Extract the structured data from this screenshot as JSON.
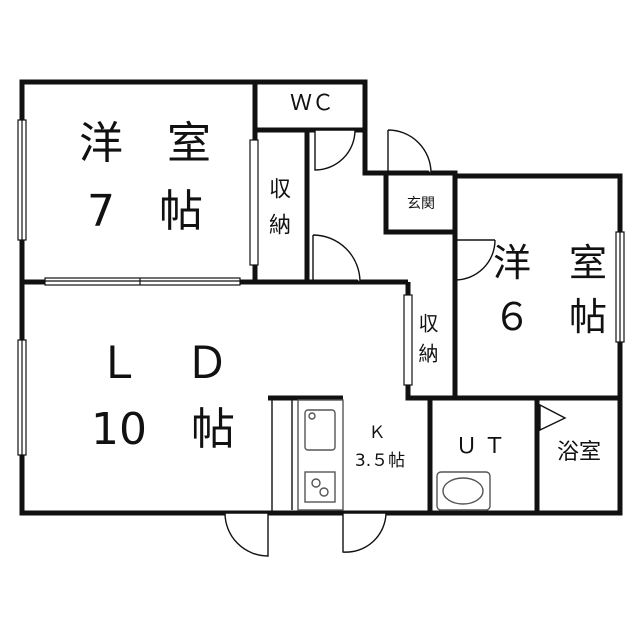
{
  "rooms": {
    "western_7": {
      "line1": "洋　室",
      "line2": "7　帖"
    },
    "wc": {
      "label": "ＷＣ"
    },
    "storage_1": {
      "label": "収納"
    },
    "entrance": {
      "label": "玄関"
    },
    "western_6": {
      "line1": "洋　室",
      "line2": "６　帖"
    },
    "storage_2": {
      "label": "収納"
    },
    "ld": {
      "line1": "Ｌ　Ｄ",
      "line2": "10　帖"
    },
    "kitchen": {
      "line1": "Ｋ",
      "line2": "3.５帖"
    },
    "utility": {
      "label": "ＵＴ"
    },
    "bath": {
      "label": "浴室"
    }
  },
  "colors": {
    "wall": "#111111",
    "fixture": "#555555",
    "background": "#ffffff"
  }
}
